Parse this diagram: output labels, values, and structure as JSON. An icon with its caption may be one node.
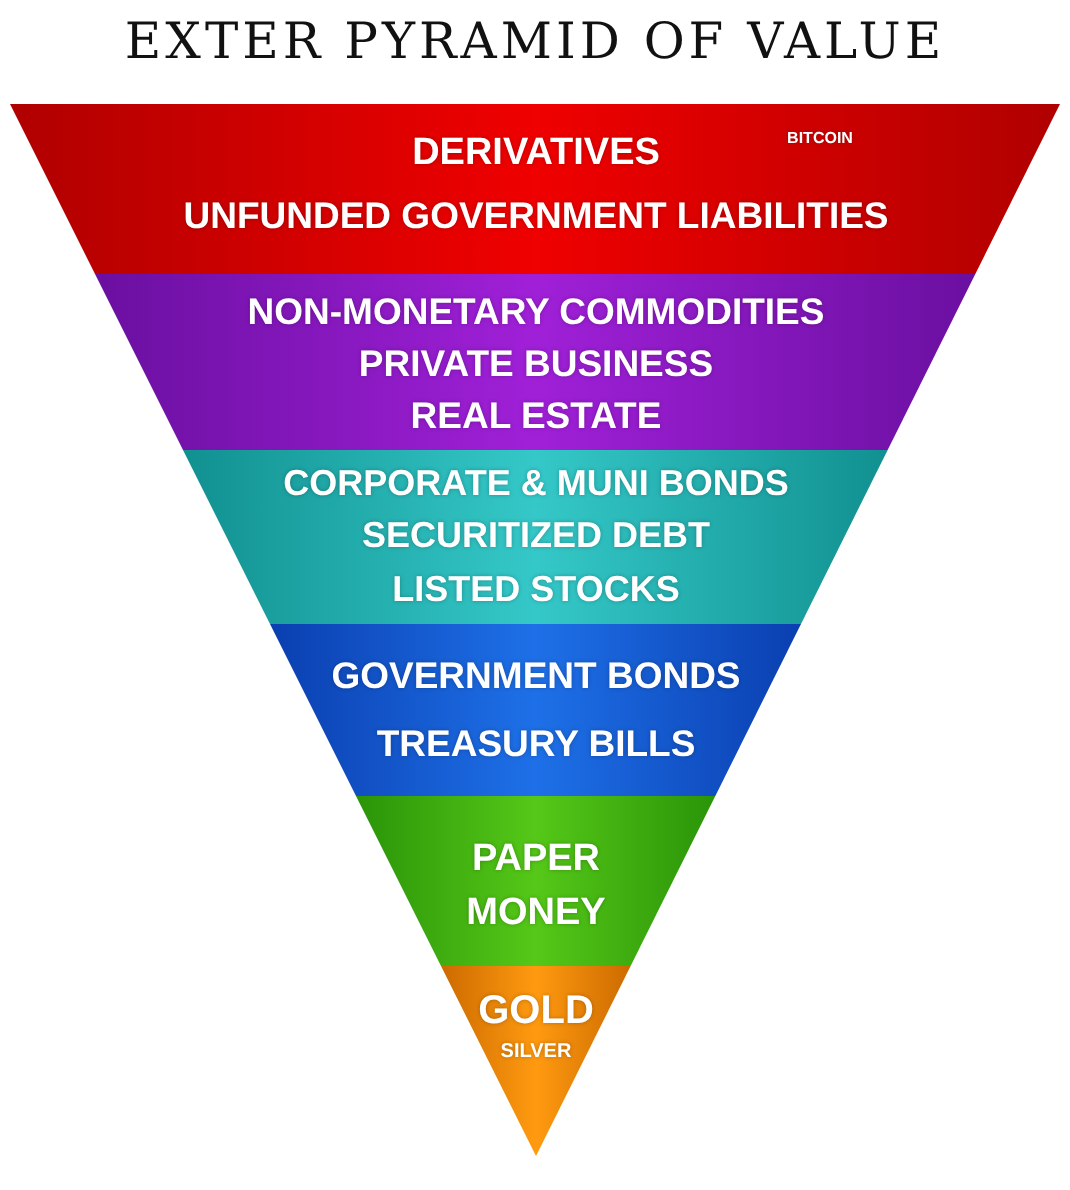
{
  "diagram": {
    "title": "EXTER PYRAMID OF VALUE",
    "nodes": [
      {
        "text": [
          "DERIVATIVES",
          "BITCOIN",
          "UNFUNDED GOVERNMENT LIABILITIES"
        ]
      },
      {
        "text": [
          "NON-MONETARY COMMODITIES",
          "PRIVATE BUSINESS",
          "REAL ESTATE"
        ]
      },
      {
        "text": [
          "CORPORATE & MUNI BONDS",
          "SECURITIZED DEBT",
          "LISTED STOCKS"
        ]
      },
      {
        "text": [
          "GOVERNMENT BONDS",
          "TREASURY BILLS"
        ]
      },
      {
        "text": [
          "PAPER MONEY"
        ]
      },
      {
        "text": [
          "GOLD",
          "SILVER"
        ]
      }
    ]
  }
}
